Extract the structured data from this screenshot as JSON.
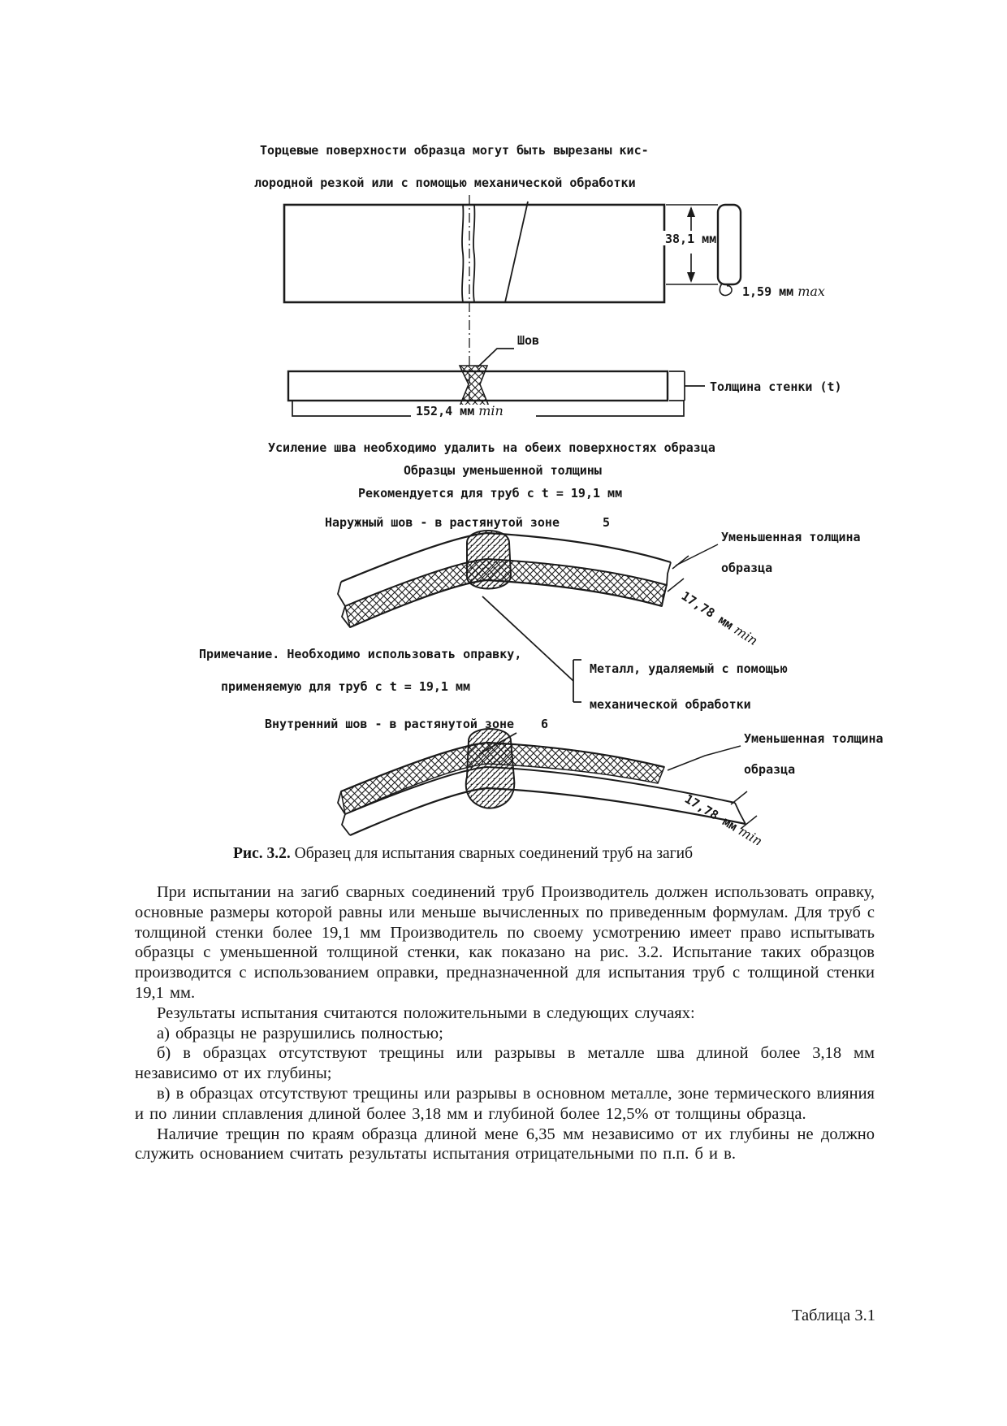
{
  "figure": {
    "top_note_1": "Торцевые поверхности образца могут быть вырезаны кис-",
    "top_note_2": "лородной резкой или с помощью механической обработки",
    "dims": {
      "width": "38,1 мм",
      "radius": "1,59 мм",
      "radius_suffix": "max",
      "length": "152,4 мм",
      "length_suffix": "min",
      "arc": "17,78 мм",
      "arc_suffix": "min"
    },
    "weld_label": "Шов",
    "wall_thickness_label": "Толщина стенки (t)",
    "remove_note": "Усиление шва необходимо удалить на обеих поверхностях образца",
    "reduced_title": "Образцы уменьшенной толщины",
    "recommended": "Рекомендуется для труб с t = 19,1 мм",
    "outer_weld_label": "Наружный шов - в растянутой зоне",
    "outer_weld_num": "5",
    "inner_weld_label": "Внутренний шов - в растянутой зоне",
    "inner_weld_num": "6",
    "reduced_thickness_1": "Уменьшенная толщина",
    "reduced_thickness_2": "образца",
    "note_1": "Примечание. Необходимо использовать оправку,",
    "note_2": "применяемую для труб с t = 19,1 мм",
    "metal_removed_1": "Металл, удаляемый с помощью",
    "metal_removed_2": "механической обработки"
  },
  "doc": {
    "caption_bold": "Рис. 3.2.",
    "caption_text": " Образец для испытания сварных соединений труб на загиб",
    "paragraphs": [
      "При испытании на загиб сварных соединений труб Производитель должен использовать оправку, основные размеры которой равны или меньше вычисленных по приведенным формулам. Для труб с толщиной стенки более 19,1 мм Производитель по своему усмотрению имеет право испытывать образцы с уменьшенной толщиной стенки, как показано на рис. 3.2. Испытание таких образцов производится с использованием оправки, предназначенной для испытания труб с толщиной стенки 19,1 мм.",
      "Результаты испытания считаются положительными в следующих случаях:",
      "а) образцы не разрушились полностью;",
      "б) в образцах отсутствуют трещины или разрывы в металле шва длиной более 3,18 мм независимо от их глубины;",
      "в) в образцах отсутствуют трещины или разрывы в основном металле, зоне термического влияния и по линии сплавления длиной более 3,18 мм и глубиной более 12,5% от толщины образца.",
      "Наличие трещин по краям образца длиной мене 6,35 мм независимо от их глубины не должно служить основанием считать результаты испытания отрицательными по п.п. б и в."
    ],
    "table_ref": "Таблица 3.1"
  }
}
